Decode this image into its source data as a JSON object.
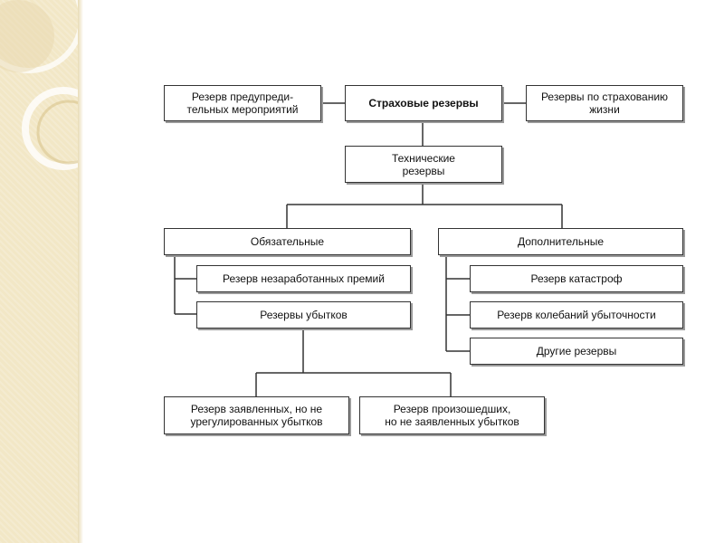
{
  "decoration": {
    "sidebar_color": "#f2e7c6",
    "ring_color": "#d9c58c"
  },
  "diagram": {
    "top_left": "Резерв предупреди-\nтельных мероприятий",
    "center": "Страховые резервы",
    "top_right": "Резервы по страхованию\nжизни",
    "technical": "Технические\nрезервы",
    "mandatory": "Обязательные",
    "additional": "Дополнительные",
    "unearned_premiums": "Резерв незаработанных премий",
    "loss_reserves": "Резервы убытков",
    "catastrophe": "Резерв катастроф",
    "loss_fluctuation": "Резерв колебаний убыточности",
    "other_reserves": "Другие резервы",
    "reported_not_settled": "Резерв заявленных, но не\nурегулированных убытков",
    "incurred_not_reported": "Резерв произошедших,\nно не заявленных убытков"
  }
}
